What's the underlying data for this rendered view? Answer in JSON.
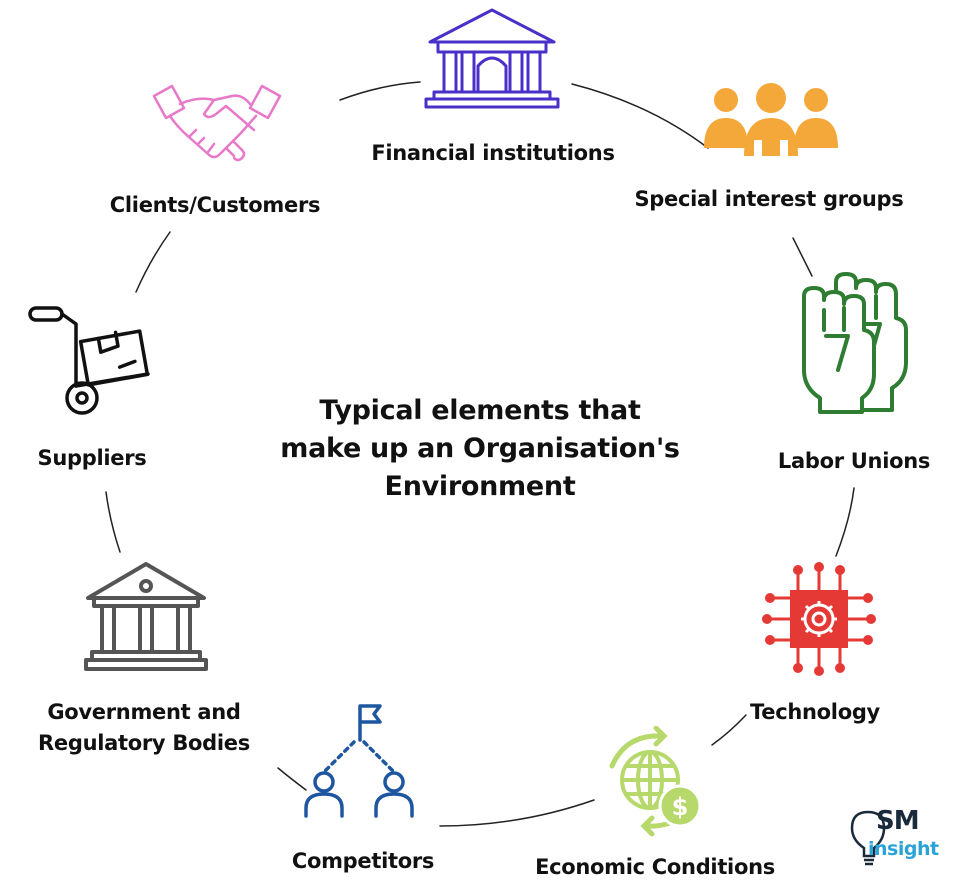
{
  "center_title": [
    "Typical elements that",
    "make up an Organisation's",
    "Environment"
  ],
  "elements": {
    "financial": "Financial institutions",
    "special": "Special interest groups",
    "labor": "Labor Unions",
    "technology": "Technology",
    "economic": "Economic Conditions",
    "competitors": "Competitors",
    "government": [
      "Government and",
      "Regulatory Bodies"
    ],
    "suppliers": "Suppliers",
    "clients": "Clients/Customers"
  },
  "logo": {
    "top": "SM",
    "bottom": "insight"
  },
  "colors": {
    "financial": "#4a2fc8",
    "special": "#f5a83a",
    "labor": "#2e7d32",
    "technology": "#e53935",
    "economic": "#b7d86a",
    "competitors": "#1e56a0",
    "government": "#555555",
    "suppliers": "#111111",
    "clients": "#e879c9"
  },
  "icons": {
    "financial": "bank-icon",
    "special": "group-icon",
    "labor": "raised-fists-icon",
    "technology": "chip-gear-icon",
    "economic": "globe-dollar-icon",
    "competitors": "competitors-flag-icon",
    "government": "government-building-icon",
    "suppliers": "hand-truck-icon",
    "clients": "handshake-icon"
  }
}
